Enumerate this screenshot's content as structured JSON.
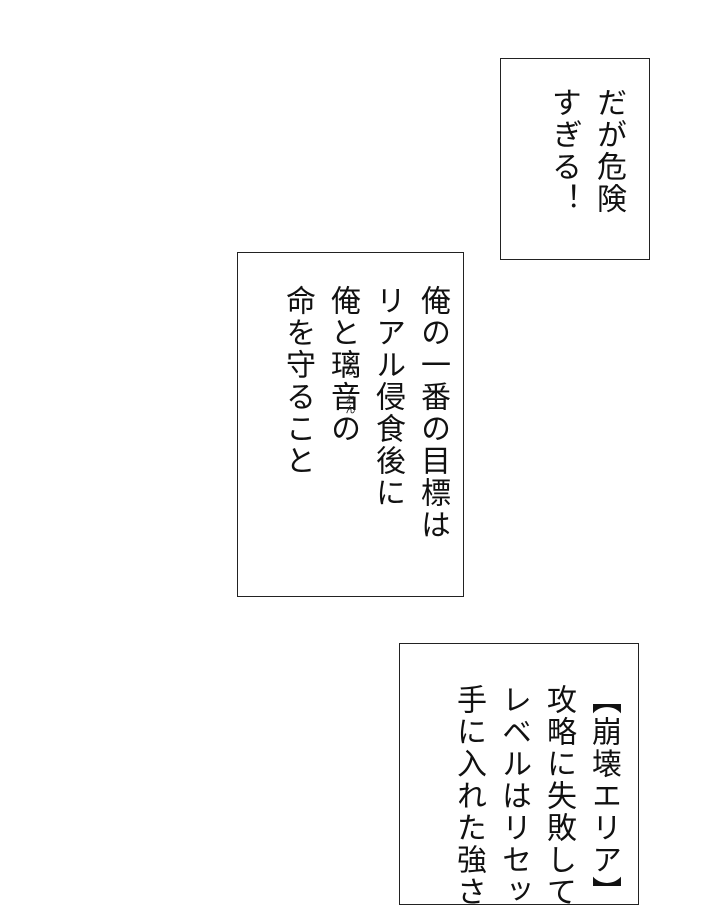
{
  "captions": [
    {
      "lines": [
        "だが危険",
        "すぎる！"
      ]
    },
    {
      "lines": [
        "俺の一番の目標は",
        "リアル侵食後に",
        "俺と璃音の",
        "命を守ること"
      ],
      "ruby": [
        "り",
        "おん"
      ]
    },
    {
      "lines": [
        "【崩壊エリア】の",
        "攻略に失敗して",
        "レベルはリセット",
        "手に入れた強さ"
      ]
    }
  ]
}
